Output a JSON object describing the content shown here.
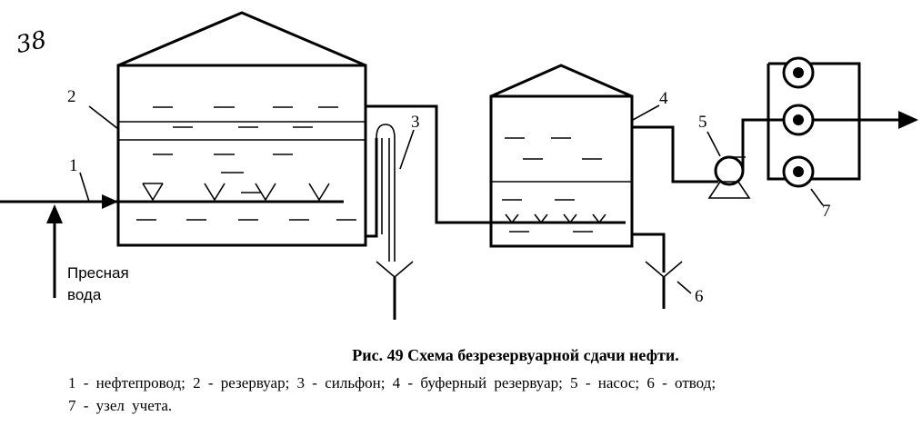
{
  "labels": {
    "pipeline": "1",
    "tank": "2",
    "bellows": "3",
    "buffer_tank": "4",
    "pump": "5",
    "drain": "6",
    "meter": "7",
    "fresh_water_line1": "Пресная",
    "fresh_water_line2": "вода"
  },
  "page_mark": "38",
  "caption": {
    "title": "Рис. 49 Схема безрезервуарной сдачи нефти.",
    "legend_line1": "1   - нефтепровод; 2 - резервуар; 3 - сильфон; 4 - буферный резервуар; 5 - насос; 6 - отвод;",
    "legend_line2": "7 - узел учета."
  }
}
